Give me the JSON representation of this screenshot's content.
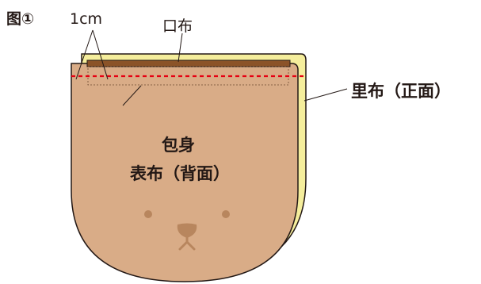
{
  "figure": {
    "label": "图①",
    "seam_allowance": "1cm",
    "opening_label": "口布",
    "lining_label": "里布（正面）",
    "body_label": "包身",
    "outer_label": "表布（背面）"
  },
  "colors": {
    "outer_fabric": "#d9ac87",
    "lining_fabric": "#f5ee9c",
    "opening_strip": "#8b5328",
    "seam_line": "#e60012",
    "outline": "#231815",
    "bear_face": "#b8865e"
  }
}
